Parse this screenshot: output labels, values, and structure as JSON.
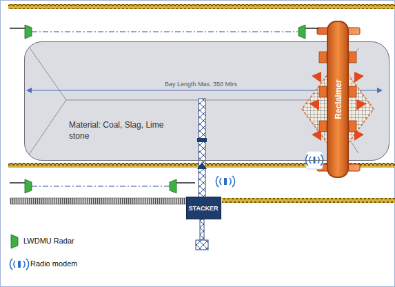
{
  "diagram": {
    "nodes": [
      {
        "text": [
          "Material: Coal, Slag, Lime stone"
        ]
      },
      {
        "text": [
          "Reclaimer"
        ]
      },
      {
        "text": [
          "STACKER"
        ]
      }
    ],
    "labels": [
      "Bay Length Max. 350 Mtrs"
    ],
    "legend": [
      {
        "text": "LWDMU Radar"
      },
      {
        "text": "Radio modem"
      }
    ]
  }
}
